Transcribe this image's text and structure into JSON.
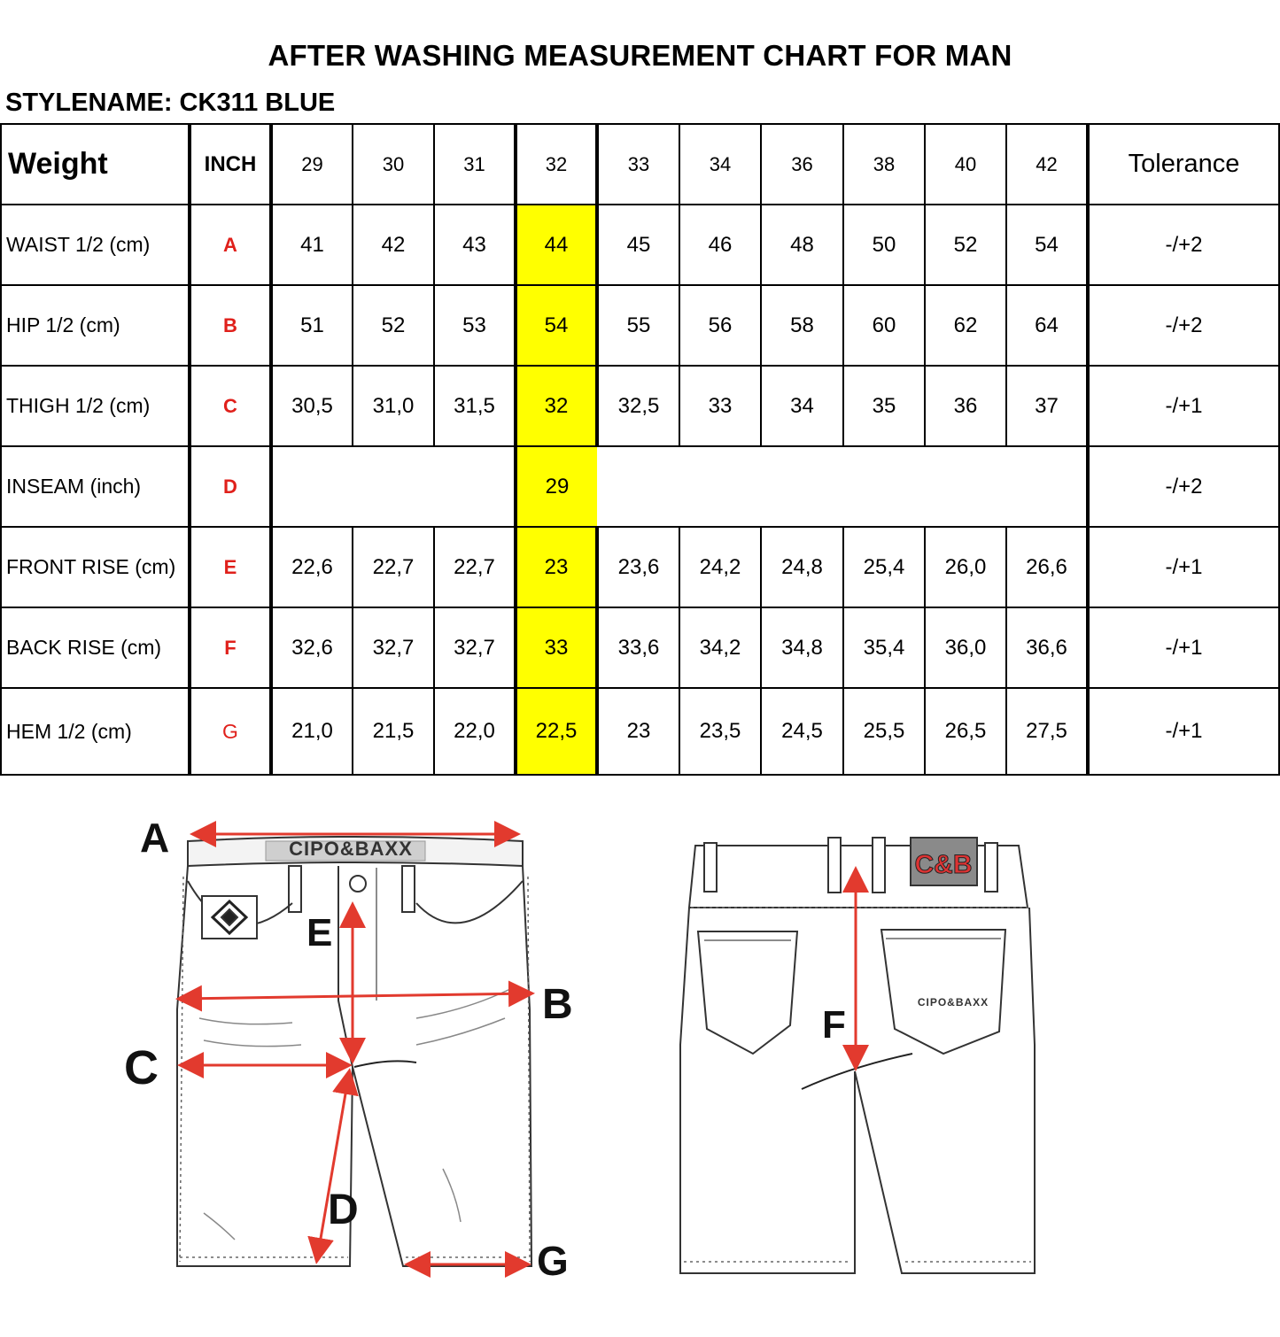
{
  "title": "AFTER WASHING MEASUREMENT CHART FOR MAN",
  "stylename": "STYLENAME: CK311 BLUE",
  "header": {
    "weight": "Weight",
    "inch": "INCH",
    "sizes": [
      "29",
      "30",
      "31",
      "32",
      "33",
      "34",
      "36",
      "38",
      "40",
      "42"
    ],
    "tolerance": "Tolerance"
  },
  "highlight_size": "32",
  "highlight_color": "#ffff00",
  "code_color": "#e0201b",
  "rows": [
    {
      "label": "WAIST 1/2 (cm)",
      "code": "A",
      "values": [
        "41",
        "42",
        "43",
        "44",
        "45",
        "46",
        "48",
        "50",
        "52",
        "54"
      ],
      "tolerance": "-/+2"
    },
    {
      "label": "HIP 1/2 (cm)",
      "code": "B",
      "values": [
        "51",
        "52",
        "53",
        "54",
        "55",
        "56",
        "58",
        "60",
        "62",
        "64"
      ],
      "tolerance": "-/+2"
    },
    {
      "label": "THIGH 1/2 (cm)",
      "code": "C",
      "values": [
        "30,5",
        "31,0",
        "31,5",
        "32",
        "32,5",
        "33",
        "34",
        "35",
        "36",
        "37"
      ],
      "tolerance": "-/+1"
    },
    {
      "label": "INSEAM (inch)",
      "code": "D",
      "values": [
        "",
        "",
        "",
        "29",
        "",
        "",
        "",
        "",
        "",
        ""
      ],
      "tolerance": "-/+2"
    },
    {
      "label": "FRONT RISE (cm)",
      "code": "E",
      "values": [
        "22,6",
        "22,7",
        "22,7",
        "23",
        "23,6",
        "24,2",
        "24,8",
        "25,4",
        "26,0",
        "26,6"
      ],
      "tolerance": "-/+1"
    },
    {
      "label": "BACK RISE (cm)",
      "code": "F",
      "values": [
        "32,6",
        "32,7",
        "32,7",
        "33",
        "33,6",
        "34,2",
        "34,8",
        "35,4",
        "36,0",
        "36,6"
      ],
      "tolerance": "-/+1"
    },
    {
      "label": "HEM 1/2  (cm)",
      "code": "G",
      "values": [
        "21,0",
        "21,5",
        "22,0",
        "22,5",
        "23",
        "23,5",
        "24,5",
        "25,5",
        "26,5",
        "27,5"
      ],
      "tolerance": "-/+1"
    }
  ],
  "drawing": {
    "front_brand": "CIPO&BAXX",
    "back_patch": "C&B",
    "back_pocket_brand": "CIPO&BAXX",
    "markers": [
      "A",
      "B",
      "C",
      "D",
      "E",
      "F",
      "G"
    ]
  }
}
